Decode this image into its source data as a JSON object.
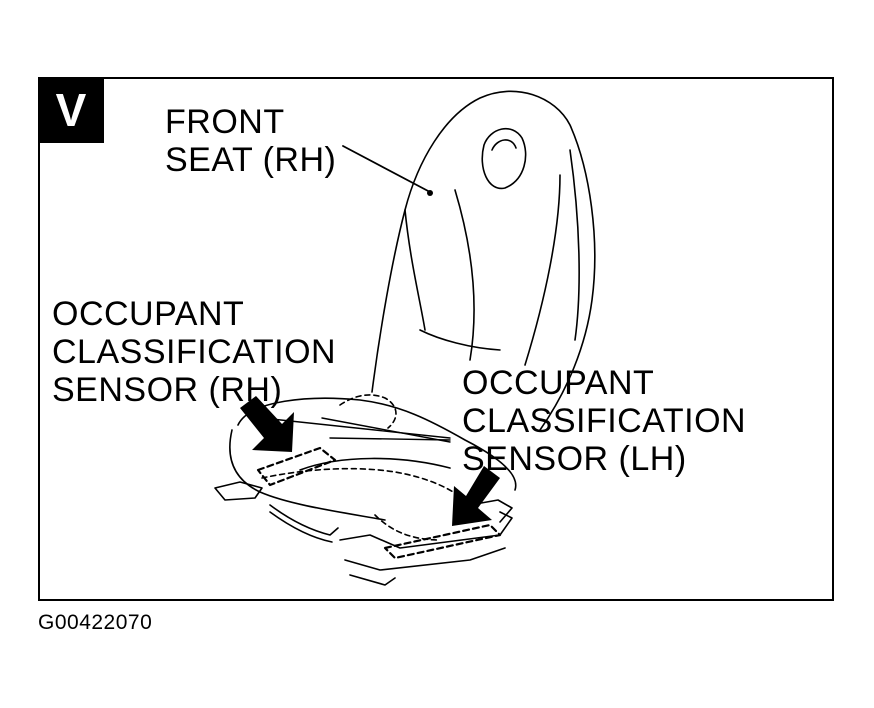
{
  "badge": "V",
  "labels": {
    "front_seat": [
      "FRONT",
      "SEAT (RH)"
    ],
    "sensor_rh": [
      "OCCUPANT",
      "CLASSIFICATION",
      "SENSOR (RH)"
    ],
    "sensor_lh": [
      "OCCUPANT",
      "CLASSIFICATION",
      "SENSOR (LH)"
    ]
  },
  "figure_id": "G00422070",
  "colors": {
    "ink": "#000000",
    "paper": "#ffffff"
  }
}
